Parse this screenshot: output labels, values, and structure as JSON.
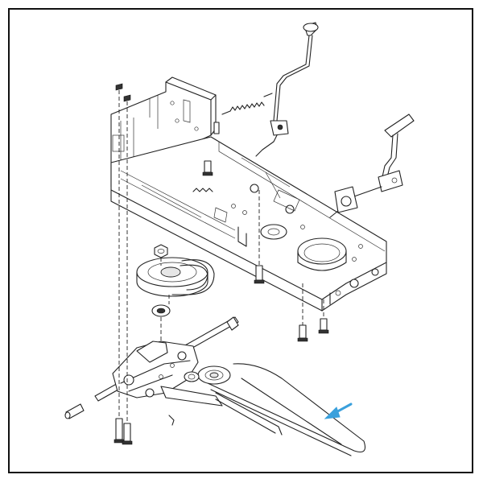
{
  "diagram": {
    "type": "exploded-parts-view",
    "parts": [
      "chassis-frame",
      "shift-lever",
      "tension-spring",
      "brake-pedal-linkage",
      "engine-pulley",
      "drive-belt",
      "nut",
      "bearing",
      "transaxle",
      "rear-axle",
      "axle-spacer",
      "idler-arm",
      "bolts"
    ],
    "callout": {
      "color": "#3aa0dc",
      "target": "drive-belt"
    }
  }
}
